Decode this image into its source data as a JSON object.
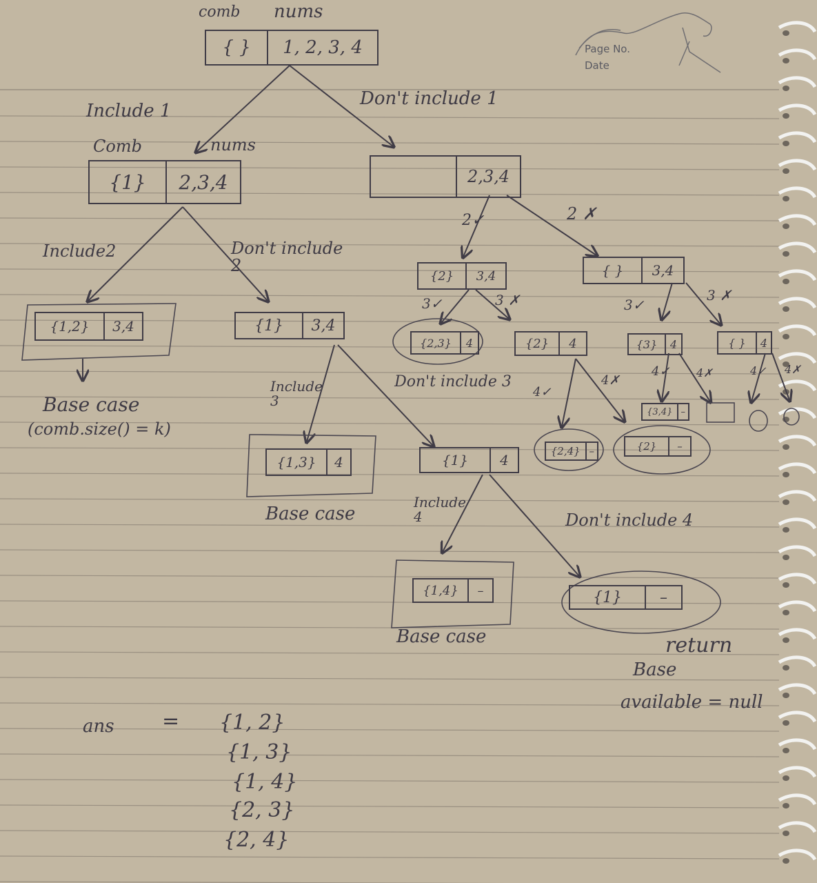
{
  "stamp": {
    "page_no": "Page No.",
    "date": "Date"
  },
  "root": {
    "comb_header": "comb",
    "nums_header": "nums",
    "comb": "{ }",
    "nums": "1, 2, 3, 4"
  },
  "labels": {
    "include1": "Include 1",
    "dont_include1": "Don't  include 1",
    "comb2": "Comb",
    "nums2": "nums",
    "include2": "Include2",
    "dont_include2": "Don't include 2",
    "r_2check": "2✓",
    "r_2x": "2 ✗",
    "r_3check_a": "3✓",
    "r_3x_a": "3 ✗",
    "r_3check_b": "3✓",
    "r_3x_b": "3 ✗",
    "r_4check_a": "4✓",
    "r_4x_a": "4✗",
    "r_4check_b": "4✓",
    "r_4x_b": "4✗",
    "r_4check_c": "4✓",
    "r_4x_c": "4✗",
    "base_case1": "Base case",
    "base_case1_cond": "(comb.size() = k)",
    "include3": "Include 3",
    "dont_include3": "Don't include 3",
    "base_case2": "Base case",
    "include4": "Include 4",
    "dont_include4": "Don't include 4",
    "base_case3": "Base case",
    "return": "return",
    "base3": "Base",
    "available": "available = null",
    "ans": "ans",
    "equals": "="
  },
  "nodes": {
    "n_1_234": {
      "comb": "{1}",
      "nums": "2,3,4"
    },
    "n_empty_234": {
      "comb": "",
      "nums": "2,3,4"
    },
    "n_12_34": {
      "comb": "{1,2}",
      "nums": "3,4"
    },
    "n_1_34": {
      "comb": "{1}",
      "nums": "3,4"
    },
    "n_2_34": {
      "comb": "{2}",
      "nums": "3,4"
    },
    "n_e_34": {
      "comb": "{ }",
      "nums": "3,4"
    },
    "n_23_4": {
      "comb": "{2,3}",
      "nums": "4"
    },
    "n_2_4": {
      "comb": "{2}",
      "nums": "4"
    },
    "n_3_4": {
      "comb": "{3}",
      "nums": "4"
    },
    "n_e_4": {
      "comb": "{ }",
      "nums": "4"
    },
    "n_13_4": {
      "comb": "{1,3}",
      "nums": "4"
    },
    "n_1_4": {
      "comb": "{1}",
      "nums": "4"
    },
    "n_24": {
      "comb": "{2,4}",
      "nums": "–"
    },
    "n_2": {
      "comb": "{2}",
      "nums": "–"
    },
    "n_34": {
      "comb": "{3,4}",
      "nums": "–"
    },
    "n_14": {
      "comb": "{1,4}",
      "nums": "–"
    },
    "n_1": {
      "comb": "{1}",
      "nums": "–"
    }
  },
  "answers": [
    "{1, 2}",
    "{1, 3}",
    "{1, 4}",
    "{2, 3}",
    "{2, 4}"
  ]
}
